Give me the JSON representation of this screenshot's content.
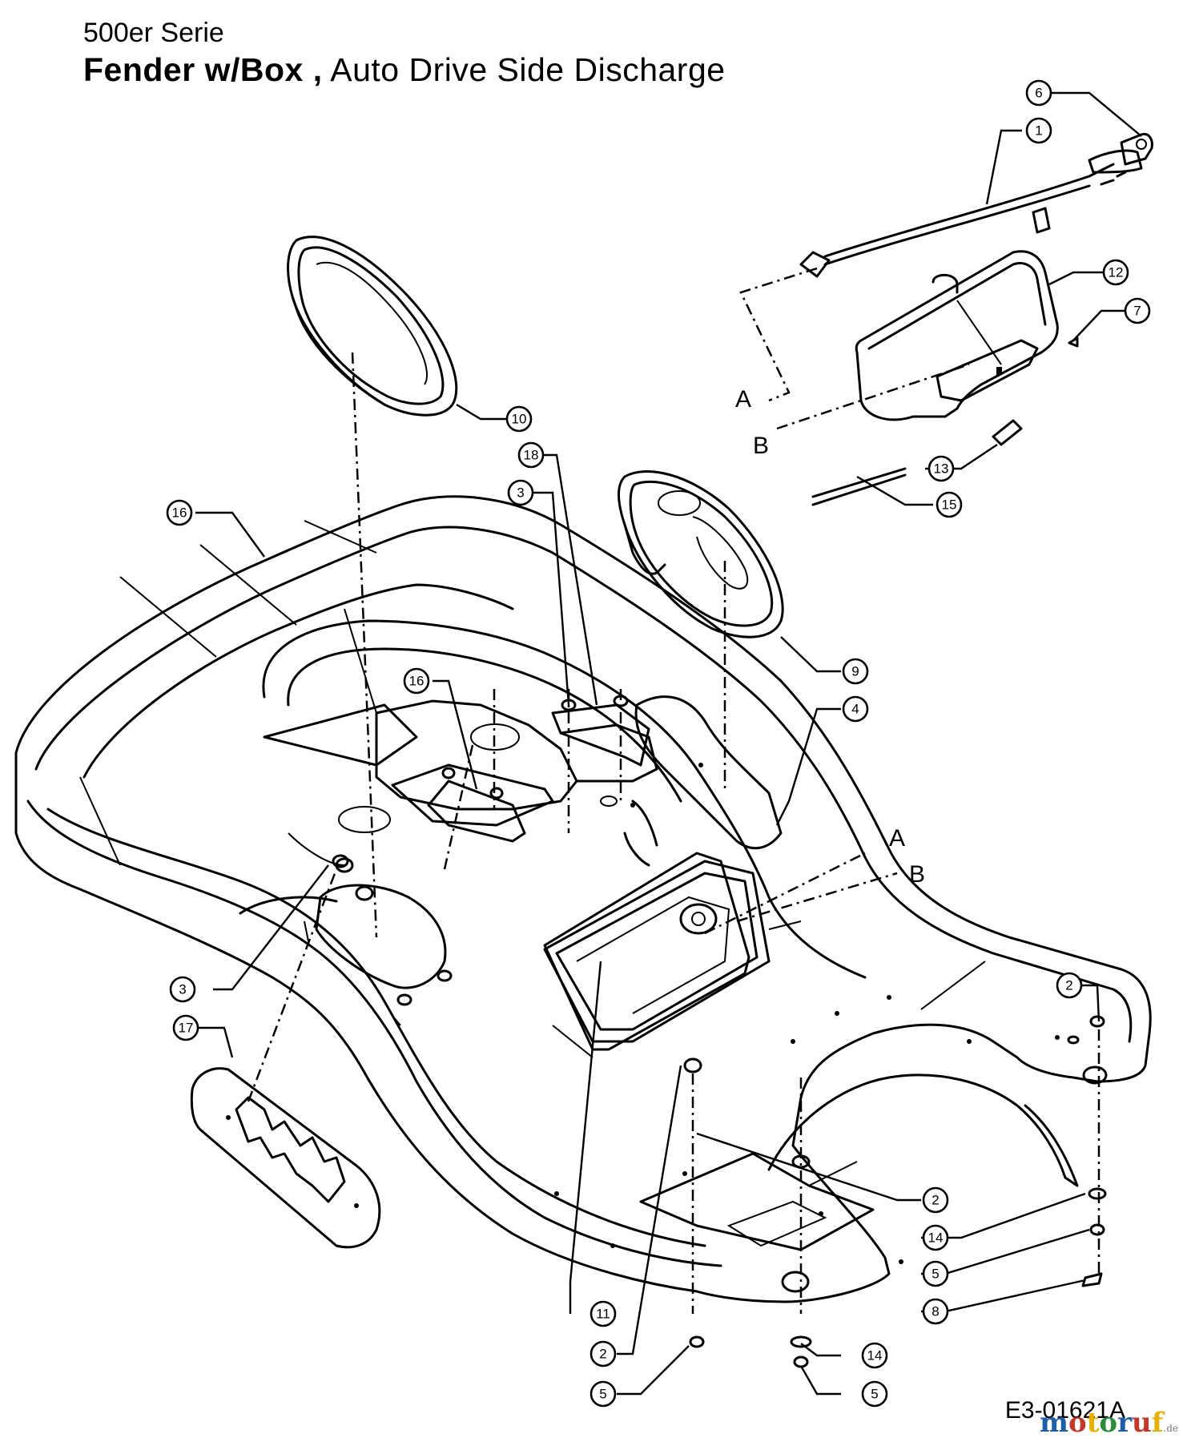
{
  "header": {
    "series": "500er Serie",
    "title_bold": "Fender  w/Box ,",
    "title_rest": " Auto Drive  Side Discharge"
  },
  "drawing_code": "E3-01621A",
  "watermark": {
    "name": "motoruf",
    "suffix": ".de",
    "colors": [
      "#1e5fa8",
      "#c0392b",
      "#e6b000",
      "#2e8b3a"
    ]
  },
  "callouts": [
    {
      "label": "6"
    },
    {
      "label": "1"
    },
    {
      "label": "12"
    },
    {
      "label": "7"
    },
    {
      "label": "10"
    },
    {
      "label": "18"
    },
    {
      "label": "3"
    },
    {
      "label": "16"
    },
    {
      "label": "13"
    },
    {
      "label": "15"
    },
    {
      "label": "9"
    },
    {
      "label": "4"
    },
    {
      "label": "16"
    },
    {
      "label": "3"
    },
    {
      "label": "17"
    },
    {
      "label": "2"
    },
    {
      "label": "2"
    },
    {
      "label": "14"
    },
    {
      "label": "5"
    },
    {
      "label": "8"
    },
    {
      "label": "11"
    },
    {
      "label": "2"
    },
    {
      "label": "5"
    },
    {
      "label": "14"
    },
    {
      "label": "5"
    }
  ],
  "reference_letters": {
    "a_top": "A",
    "b_top": "B",
    "a_mid": "A",
    "b_mid": "B"
  }
}
